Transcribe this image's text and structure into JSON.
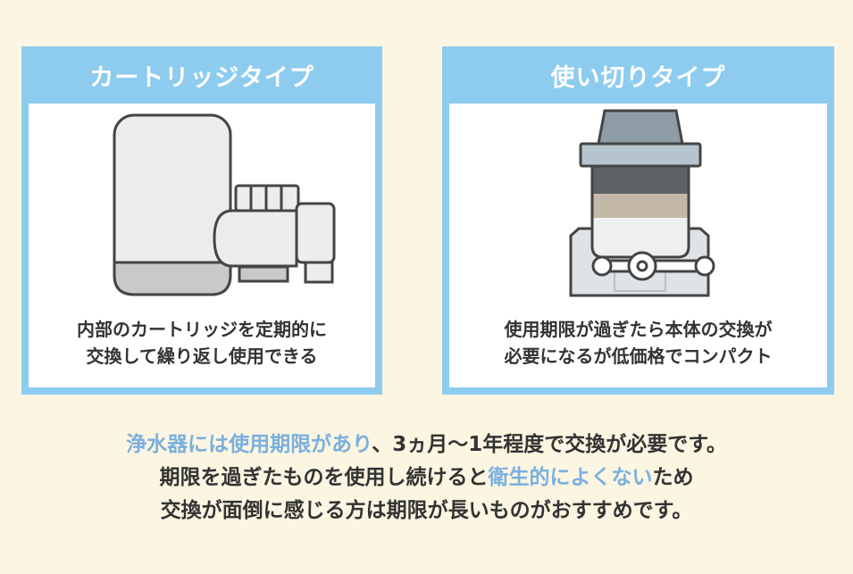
{
  "cards": [
    {
      "title": "カートリッジタイプ",
      "caption_line1": "内部のカートリッジを定期的に",
      "caption_line2": "交換して繰り返し使用できる"
    },
    {
      "title": "使い切りタイプ",
      "caption_line1": "使用期限が過ぎたら本体の交換が",
      "caption_line2": "必要になるが低価格でコンパクト"
    }
  ],
  "summary": {
    "line1_highlight": "浄水器には使用期限があり",
    "line1_rest": "、3ヵ月〜1年程度で交換が必要です。",
    "line2_start": "期限を過ぎたものを使用し続けると",
    "line2_highlight": "衛生的によくない",
    "line2_end": "ため",
    "line3": "交換が面倒に感じる方は期限が長いものがおすすめです。"
  },
  "colors": {
    "background": "#fbf5e1",
    "card_frame": "#8dccef",
    "highlight_text": "#7bb0de",
    "body_text": "#333333"
  }
}
